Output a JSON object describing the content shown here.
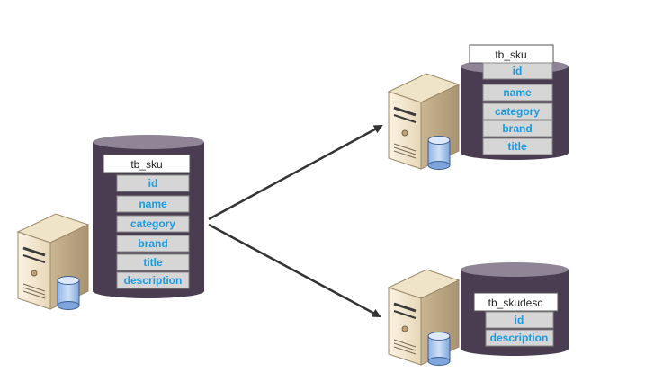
{
  "source": {
    "table_name": "tb_sku",
    "fields": [
      "id",
      "name",
      "category",
      "brand",
      "title",
      "description"
    ]
  },
  "target_sku": {
    "table_name": "tb_sku",
    "fields": [
      "id",
      "name",
      "category",
      "brand",
      "title"
    ]
  },
  "target_skudesc": {
    "table_name": "tb_skudesc",
    "fields": [
      "id",
      "description"
    ]
  },
  "colors": {
    "cylinder_body": "#4a3d52",
    "cylinder_top": "#8f8597",
    "field_bg": "#d6d6d6",
    "field_text": "#1a9be0",
    "arrow": "#333333"
  },
  "icons": [
    "server-icon",
    "database-icon"
  ]
}
